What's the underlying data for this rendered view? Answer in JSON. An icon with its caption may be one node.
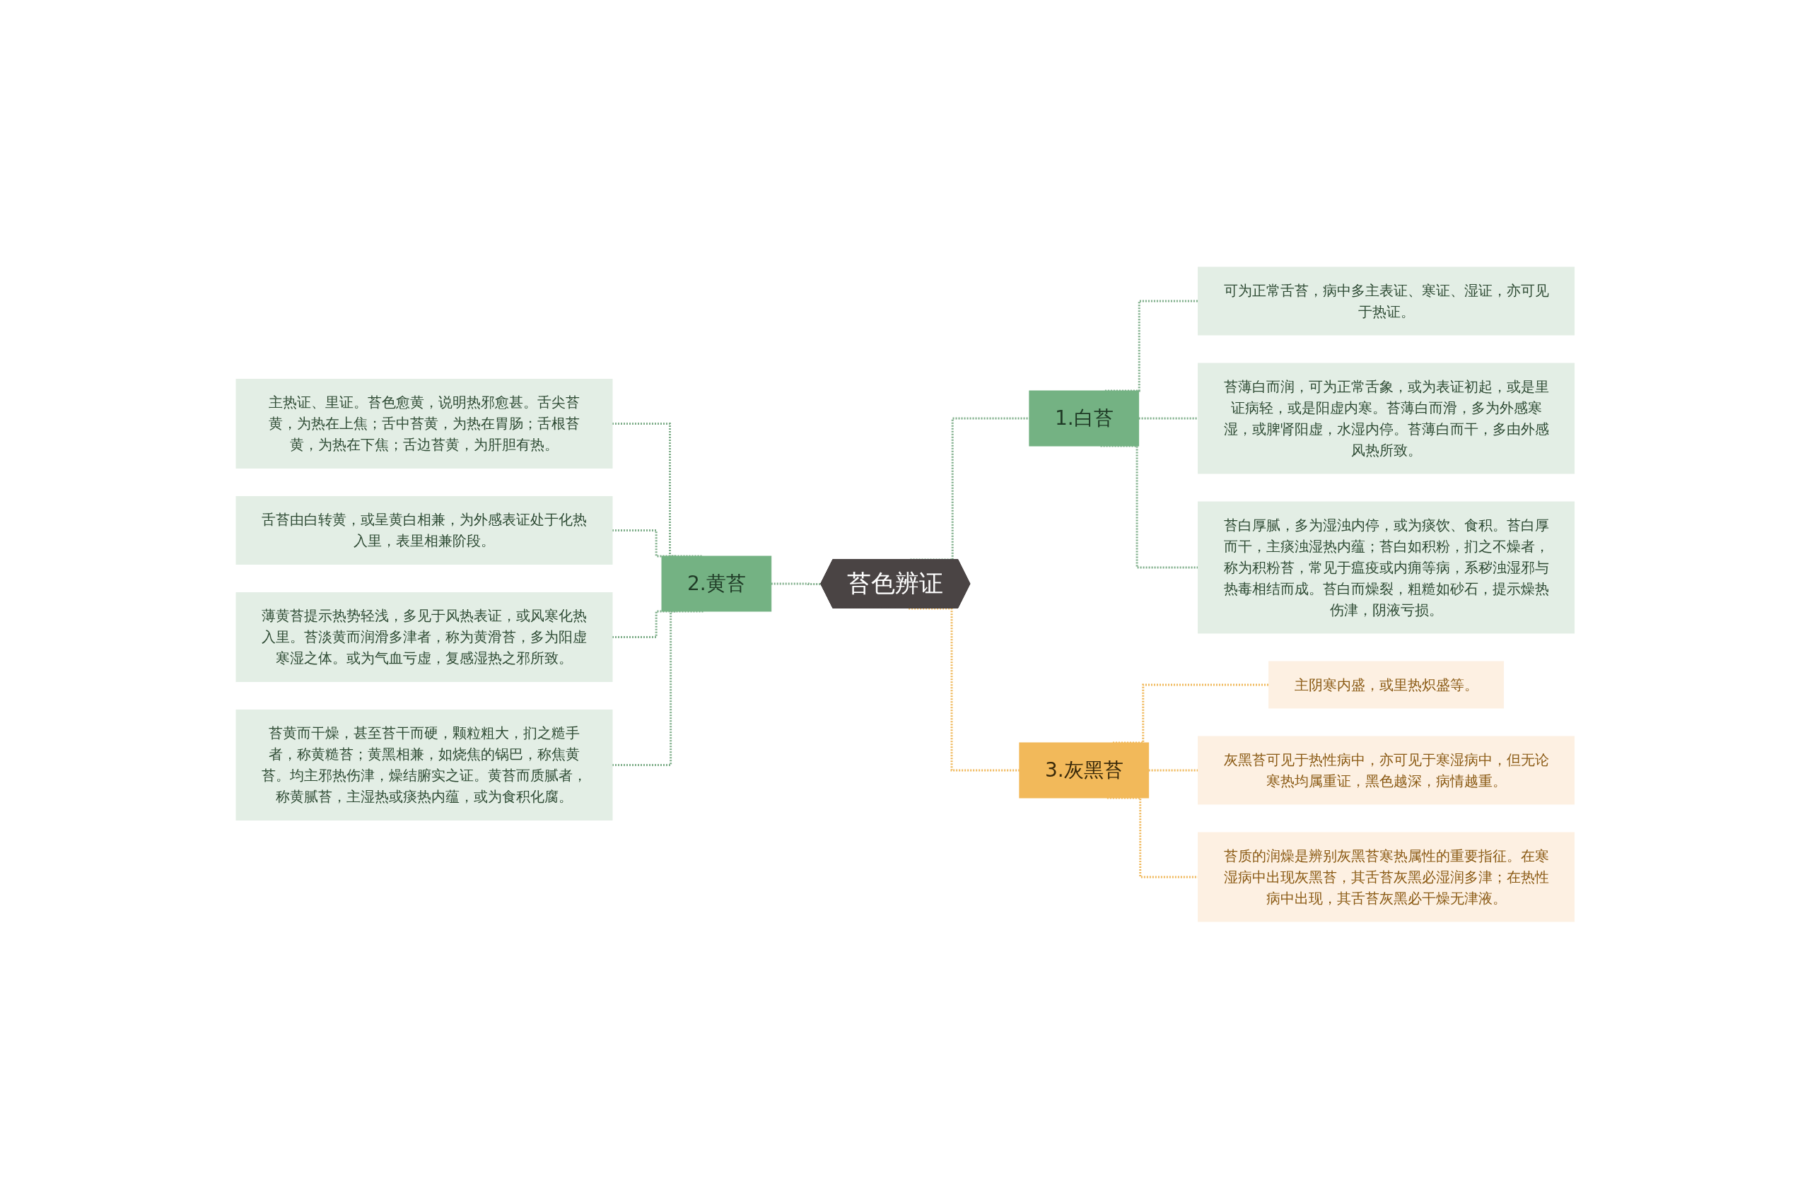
{
  "diagram": {
    "nodes": [
      {
        "text": [
          "苔色辨证"
        ]
      },
      {
        "text": [
          "1.白苔"
        ]
      },
      {
        "text": [
          "可为正常舌苔，病中多主表证、寒证、湿证，亦可见于热证。"
        ]
      },
      {
        "text": [
          "苔薄白而润，可为正常舌象，或为表证初起，或是里证病轻，或是阳虚内寒。苔薄白而滑，多为外感寒湿，或脾肾阳虚，水湿内停。苔薄白而干，多由外感风热所致。"
        ]
      },
      {
        "text": [
          "苔白厚腻，多为湿浊内停，或为痰饮、食积。苔白厚而干，主痰浊湿热内蕴；苔白如积粉，扪之不燥者，称为积粉苔，常见于瘟疫或内痈等病，系秽浊湿邪与热毒相结而成。苔白而燥裂，粗糙如砂石，提示燥热伤津，阴液亏损。"
        ]
      },
      {
        "text": [
          "2.黄苔"
        ]
      },
      {
        "text": [
          "主热证、里证。苔色愈黄，说明热邪愈甚。舌尖苔黄，为热在上焦；舌中苔黄，为热在胃肠；舌根苔黄，为热在下焦；舌边苔黄，为肝胆有热。"
        ]
      },
      {
        "text": [
          "舌苔由白转黄，或呈黄白相兼，为外感表证处于化热入里，表里相兼阶段。"
        ]
      },
      {
        "text": [
          "薄黄苔提示热势轻浅，多见于风热表证，或风寒化热入里。苔淡黄而润滑多津者，称为黄滑苔，多为阳虚寒湿之体。或为气血亏虚，复感湿热之邪所致。"
        ]
      },
      {
        "text": [
          "苔黄而干燥，甚至苔干而硬，颗粒粗大，扪之糙手者，称黄糙苔；黄黑相兼，如烧焦的锅巴，称焦黄苔。均主邪热伤津，燥结腑实之证。黄苔而质腻者，称黄腻苔，主湿热或痰热内蕴，或为食积化腐。"
        ]
      },
      {
        "text": [
          "3.灰黑苔"
        ]
      },
      {
        "text": [
          "主阴寒内盛，或里热炽盛等。"
        ]
      },
      {
        "text": [
          "灰黑苔可见于热性病中，亦可见于寒湿病中，但无论寒热均属重证，黑色越深，病情越重。"
        ]
      },
      {
        "text": [
          "苔质的润燥是辨别灰黑苔寒热属性的重要指征。在寒湿病中出现灰黑苔，其舌苔灰黑必湿润多津；在热性病中出现，其舌苔灰黑必干燥无津液。"
        ]
      }
    ],
    "edges": [
      {
        "from": 0,
        "to": 1,
        "arrow": "none",
        "style": "dashed"
      },
      {
        "from": 1,
        "to": 2,
        "arrow": "none",
        "style": "dashed"
      },
      {
        "from": 1,
        "to": 3,
        "arrow": "none",
        "style": "dashed"
      },
      {
        "from": 1,
        "to": 4,
        "arrow": "none",
        "style": "dashed"
      },
      {
        "from": 0,
        "to": 5,
        "arrow": "none",
        "style": "dashed"
      },
      {
        "from": 5,
        "to": 6,
        "arrow": "none",
        "style": "dashed"
      },
      {
        "from": 5,
        "to": 7,
        "arrow": "none",
        "style": "dashed"
      },
      {
        "from": 5,
        "to": 8,
        "arrow": "none",
        "style": "dashed"
      },
      {
        "from": 5,
        "to": 9,
        "arrow": "none",
        "style": "dashed"
      },
      {
        "from": 0,
        "to": 10,
        "arrow": "none",
        "style": "dashed",
        "color": "#f0b85a"
      },
      {
        "from": 10,
        "to": 11,
        "arrow": "none",
        "style": "dashed",
        "color": "#f0b85a"
      },
      {
        "from": 10,
        "to": 12,
        "arrow": "none",
        "style": "dashed",
        "color": "#f0b85a"
      },
      {
        "from": 10,
        "to": 13,
        "arrow": "none",
        "style": "dashed",
        "color": "#f0b85a"
      }
    ]
  }
}
